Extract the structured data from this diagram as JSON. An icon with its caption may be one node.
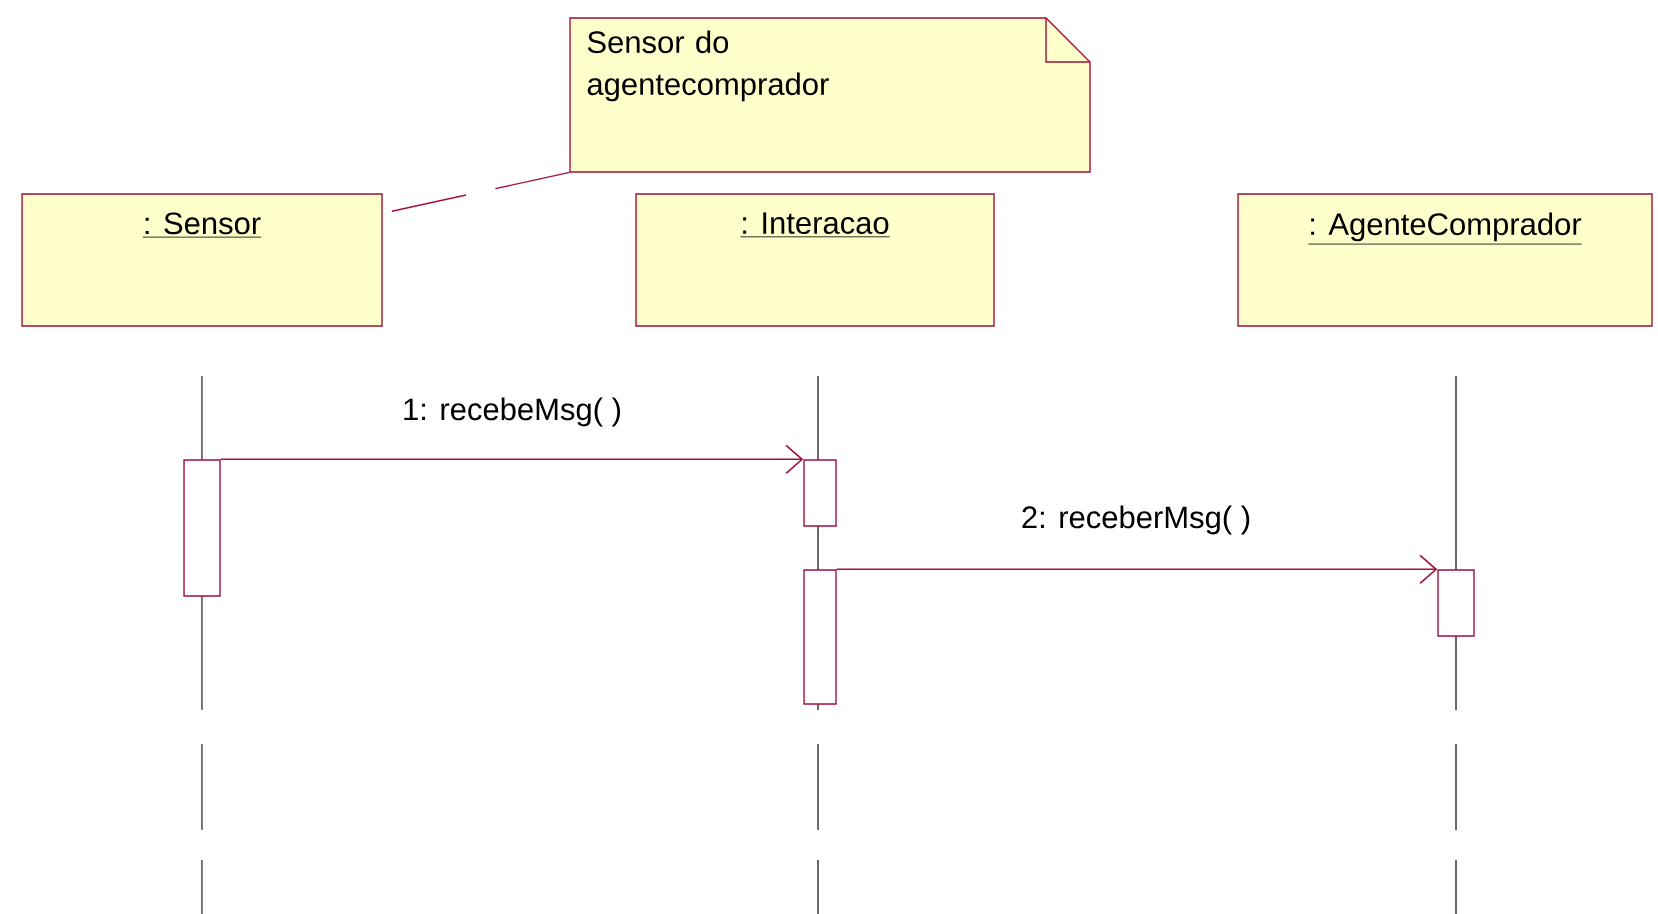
{
  "diagram": {
    "nodes": [
      {
        "text": [
          "Sensor do agentecomprador"
        ]
      },
      {
        "text": [
          ": Sensor"
        ]
      },
      {
        "text": [
          ": Interacao"
        ]
      },
      {
        "text": [
          ": AgenteComprador"
        ]
      },
      {
        "text": [],
        "shape": "bar"
      },
      {
        "text": [],
        "shape": "bar"
      },
      {
        "text": [],
        "shape": "bar"
      },
      {
        "text": [],
        "shape": "bar"
      }
    ],
    "edges": [
      {
        "from": 0,
        "to": 1,
        "arrow": "none",
        "style": "dashed"
      },
      {
        "from": 4,
        "to": 5,
        "arrow": "to",
        "label": "1: recebeMsg( )"
      },
      {
        "from": 6,
        "to": 7,
        "arrow": "to",
        "label": "2: receberMsg( )"
      }
    ]
  }
}
